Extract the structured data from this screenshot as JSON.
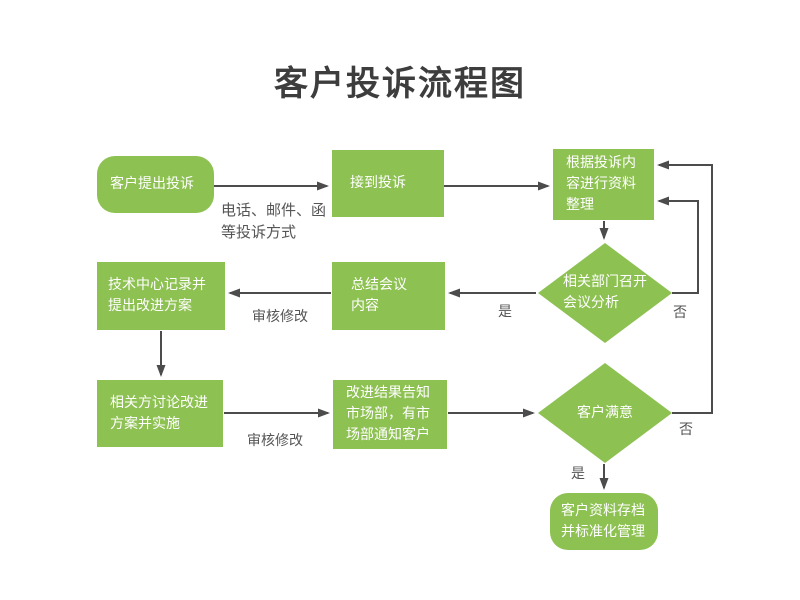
{
  "title": "客户投诉流程图",
  "colors": {
    "node": "#8dc152",
    "nodeText": "#ffffff",
    "connector": "#4c4c4c",
    "label": "#555555",
    "title": "#3d3d3d"
  },
  "nodes": {
    "start": "客户提出投诉",
    "receive": "接到投诉",
    "organize": "根据投诉内\n容进行资料\n整理",
    "meeting": "相关部门召开\n会议分析",
    "summarize": "总结会议\n内容",
    "record": "技术中心记录并\n提出改进方案",
    "discuss": "相关方讨论改进\n方案并实施",
    "notify": "改进结果告知\n市场部，有市\n场部通知客户",
    "satisfied": "客户满意",
    "archive": "客户资料存档\n并标准化管理"
  },
  "edge_labels": {
    "complaint_methods": "电话、邮件、函\n等投诉方式",
    "review_modify_1": "审核修改",
    "review_modify_2": "审核修改",
    "yes_meeting": "是",
    "no_meeting": "否",
    "yes_satisfied": "是",
    "no_satisfied": "否"
  }
}
